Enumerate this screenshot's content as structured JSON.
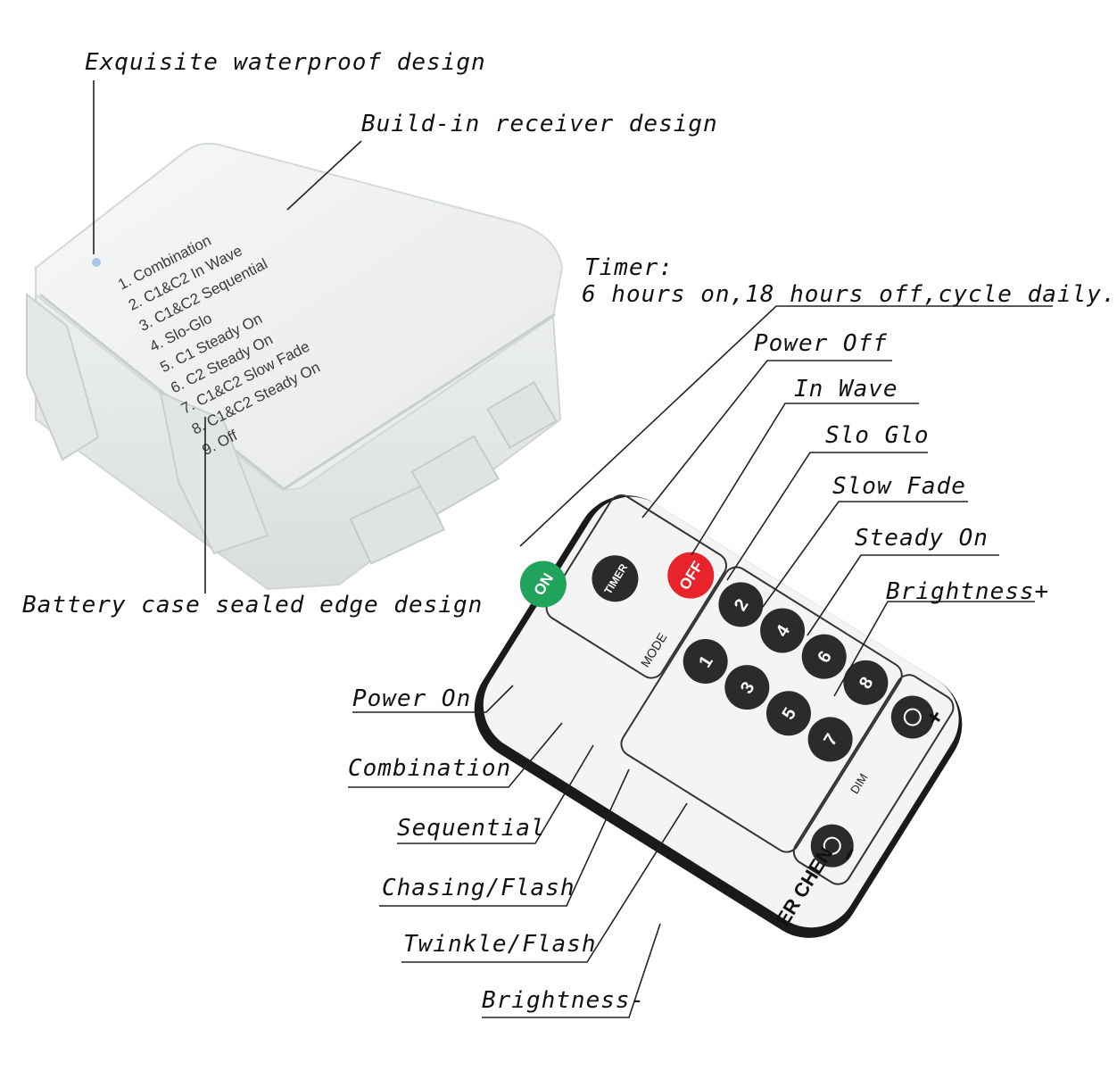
{
  "labels": {
    "waterproof": "Exquisite waterproof design",
    "receiver": "Build-in receiver design",
    "sealed_edge": "Battery case sealed edge design",
    "timer_title": "Timer:",
    "timer_detail": "6 hours on,18 hours off,cycle daily.",
    "power_off": "Power Off",
    "in_wave": "In Wave",
    "slo_glo": "Slo Glo",
    "slow_fade": "Slow Fade",
    "steady_on": "Steady On",
    "brightness_plus": "Brightness+",
    "power_on": "Power On",
    "combination": "Combination",
    "sequential": "Sequential",
    "chasing_flash": "Chasing/Flash",
    "twinkle_flash": "Twinkle/Flash",
    "brightness_minus": "Brightness-"
  },
  "battery_box": {
    "modes": [
      "1. Combination",
      "2. C1&C2 In Wave",
      "3. C1&C2 Sequential",
      "4. Slo-Glo",
      "5. C1 Steady On",
      "6. C2 Steady On",
      "7. C1&C2 Slow Fade",
      "8. C1&C2 Steady On",
      "9. Off"
    ]
  },
  "remote": {
    "brand": "ER CHEN",
    "off_label": "OFF",
    "on_label": "ON",
    "timer_label": "TIMER",
    "mode_label": "MODE",
    "dim_label": "DIM",
    "plus_label": "+",
    "minus_label": "−",
    "mode_keys": [
      "1",
      "2",
      "3",
      "4",
      "5",
      "6",
      "7",
      "8"
    ],
    "colors": {
      "off_button": "#e8232a",
      "on_button": "#20a35a",
      "body_dark": "#1a1a1a",
      "face": "#f4f4f4",
      "key": "#2b2b2b"
    }
  }
}
